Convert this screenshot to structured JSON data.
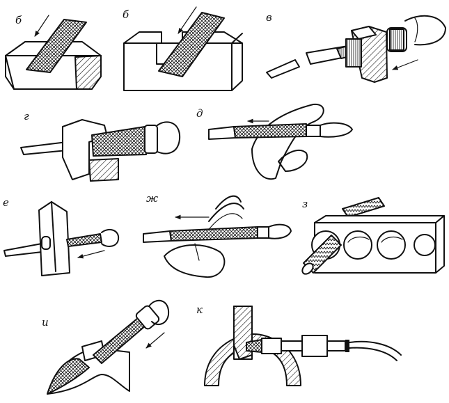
{
  "figure": {
    "panels": [
      {
        "label": "б"
      },
      {
        "label": "б"
      },
      {
        "label": "в"
      },
      {
        "label": "г"
      },
      {
        "label": "д"
      },
      {
        "label": "е"
      },
      {
        "label": "ж"
      },
      {
        "label": "з"
      },
      {
        "label": "и"
      },
      {
        "label": "к"
      }
    ]
  }
}
